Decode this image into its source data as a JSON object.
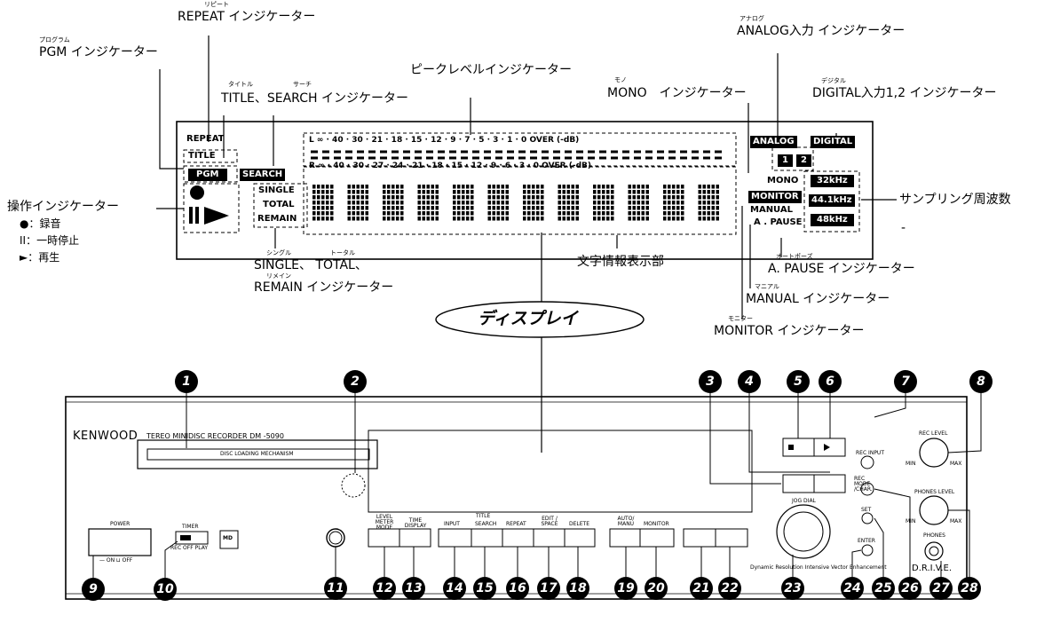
{
  "labels": {
    "repeat_ruby": "リピート",
    "repeat_ind": "REPEAT インジケーター",
    "pgm_ruby": "プログラム",
    "pgm_ind": "PGM インジケーター",
    "title_ruby": "タイトル",
    "search_ruby": "サーチ",
    "title_search_ind": "TITLE、SEARCH インジケーター",
    "peak_ind": "ピークレベルインジケーター",
    "mono_ruby": "モノ",
    "mono_ind": "MONO　インジケーター",
    "analog_ruby": "アナログ",
    "analog_ind": "ANALOG入力 インジケーター",
    "digital_ruby": "デジタル",
    "digital_ind": "DIGITAL入力1,2 インジケーター",
    "op_ind": "操作インジケーター",
    "op_rec": "●：録音",
    "op_pause": "II：一時停止",
    "op_play": "►：再生",
    "sampling": "サンプリング周波数",
    "single_ruby": "シングル",
    "total_ruby": "トータル",
    "remain_ruby": "リメイン",
    "single_total": "SINGLE、 TOTAL、",
    "remain_ind": "REMAIN インジケーター",
    "text_info": "文字情報表示部",
    "apause_ruby": "オートポーズ",
    "apause_ind": "A. PAUSE インジケーター",
    "manual_ruby": "マニアル",
    "manual_ind": "MANUAL インジケーター",
    "monitor_ruby": "モニター",
    "monitor_ind": "MONITOR インジケーター",
    "display_label": "ディスプレイ",
    "dash": "-"
  },
  "display": {
    "repeat": "REPEAT",
    "title": "TITLE",
    "pgm": "PGM",
    "search": "SEARCH",
    "single": "SINGLE",
    "total": "TOTAL",
    "remain": "REMAIN",
    "meter_l": "L  ∞ · 40 · 30 · 21 · 18 · 15 · 12 · 9 · 7 · 5 · 3 · 1 · 0  OVER (-dB)",
    "meter_r": "R  ∞ · 40 · 30 · 27 · 24 · 21 · 18 · 15 · 12 · 9 · 6 · 3 · 0  OVER (-dB)",
    "analog": "ANALOG",
    "digital": "DIGITAL",
    "d1": "1",
    "d2": "2",
    "mono": "MONO",
    "monitor": "MONITOR",
    "manual": "MANUAL",
    "apause": "A . PAUSE",
    "f32": "32kHz",
    "f44": "44.1kHz",
    "f48": "48kHz"
  },
  "device": {
    "brand": "KENWOOD",
    "model": "TEREO MINIDISC RECORDER DM -5090",
    "slot": "DISC LOADING MECHANISM",
    "power": "POWER",
    "power_onoff": "— ON  ⊔ OFF",
    "timer": "TIMER",
    "timer_modes": "REC OFF PLAY",
    "md_logo": "MD",
    "level_meter_mode": "LEVEL METER MODE",
    "time_display": "TIME DISPLAY",
    "title_group": "TITLE",
    "input": "INPUT",
    "search": "SEARCH",
    "repeat": "REPEAT",
    "edit_space": "EDIT / SPACE",
    "delete": "DELETE",
    "auto_manu": "AUTO/ MANU",
    "monitor": "MONITOR",
    "jog_dial": "JOG  DIAL",
    "drive_tagline": "Dynamic Resolution Intensive Vector Enhancement",
    "rec_input": "REC INPUT",
    "rec_mode": "REC MODE /CHAR.",
    "set": "SET",
    "enter": "ENTER",
    "rec_level": "REC LEVEL",
    "phones_level": "PHONES LEVEL",
    "min": "MIN",
    "max": "MAX",
    "phones": "PHONES",
    "drive": "D.R.I.V.E."
  },
  "numbers": [
    "1",
    "2",
    "3",
    "4",
    "5",
    "6",
    "7",
    "8",
    "9",
    "10",
    "11",
    "12",
    "13",
    "14",
    "15",
    "16",
    "17",
    "18",
    "19",
    "20",
    "21",
    "22",
    "23",
    "24",
    "25",
    "26",
    "27",
    "28"
  ],
  "colors": {
    "ink": "#000000",
    "paper": "#ffffff"
  }
}
